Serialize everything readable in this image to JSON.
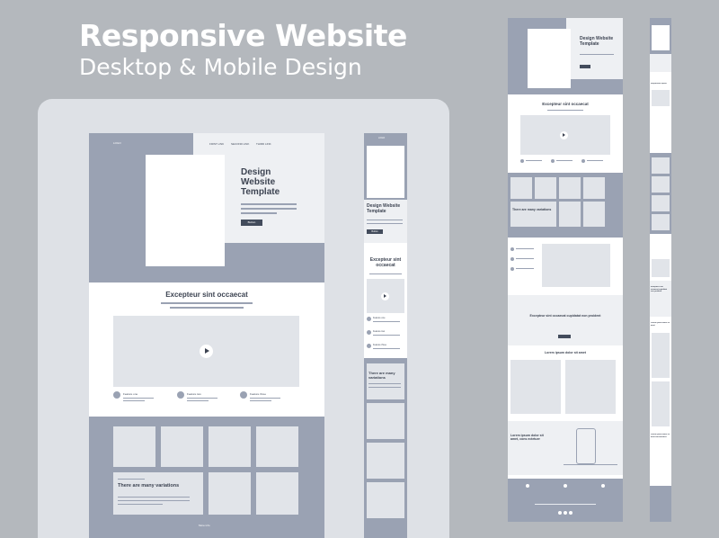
{
  "heading": {
    "title": "Responsive Website",
    "subtitle": "Desktop & Mobile Design"
  },
  "desktop": {
    "logo": "LOGO",
    "nav": [
      "FIRST LINK",
      "SECOND LINK",
      "THIRD LINK"
    ],
    "hero_title": "Design Website Template",
    "hero_button": "Button",
    "section_title": "Excepteur sint occaecat",
    "features": [
      "Feature one",
      "Feature two",
      "Feature three"
    ],
    "variations_title": "There are many variations",
    "more_button": "More info"
  },
  "tablet": {
    "logo": "LOGO",
    "hero_title": "Design Website Template",
    "hero_button": "Button",
    "section_title": "Excepteur sint occaecat",
    "features": [
      "Feature one",
      "Feature two",
      "Feature three"
    ],
    "variations_title": "There are many variations"
  },
  "long_page": {
    "hero_title": "Design Website Template",
    "section_title": "Excepteur sint occaecat",
    "variations_title": "There are many variations",
    "cta_title": "Excepteur sint occaecat cupidatat non proident",
    "lorem_title": "Lorem ipsum dolor sit amet",
    "app_title": "Lorem ipsum dolor sit amet, cons ectetuer"
  },
  "mobile_strip": {
    "title1": "Responsive layout",
    "title2": "Excepteur sint occaecat cupidatat non proident",
    "title3": "Lorem ipsum dolor sit amet",
    "title4": "Lorem ipsum dolor sit amet consectetuer"
  },
  "colors": {
    "background": "#b4b8bd",
    "frame": "#dee1e6",
    "block": "#9aa2b3",
    "dark": "#434c5c",
    "text": "#3d4452"
  }
}
